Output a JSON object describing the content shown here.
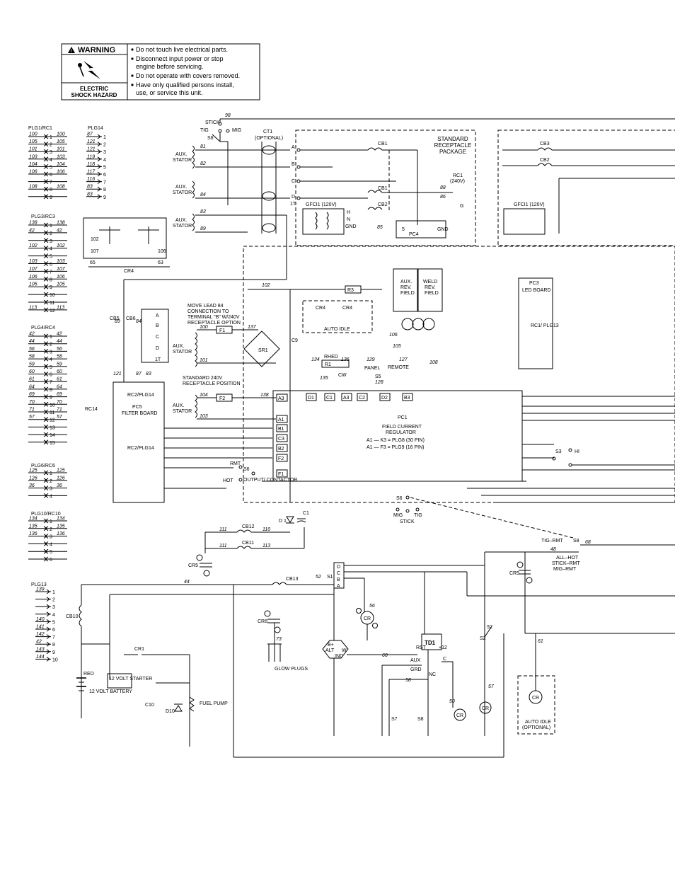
{
  "warning": {
    "title": "WARNING",
    "hazard_line1": "ELECTRIC",
    "hazard_line2": "SHOCK HAZARD",
    "bullets": [
      "Do not touch live electrical parts.",
      "Disconnect input power or stop",
      "engine before servicing.",
      "Do not operate with covers removed.",
      "Have only qualified persons install,",
      "use, or service this unit."
    ]
  },
  "plugs": {
    "plg1_title": "PLG1/RC1",
    "plg1": [
      [
        "100",
        "100"
      ],
      [
        "105",
        "105"
      ],
      [
        "101",
        "101"
      ],
      [
        "103",
        "103"
      ],
      [
        "104",
        "104"
      ],
      [
        "106",
        "106"
      ],
      [
        "",
        ""
      ],
      [
        "108",
        "108"
      ],
      [
        "",
        ""
      ]
    ],
    "plg14_title": "PLG14",
    "plg14": [
      "87",
      "121",
      "121",
      "119",
      "118",
      "117",
      "116",
      "83",
      "83"
    ],
    "plg3_title": "PLG3/RC3",
    "plg3": [
      [
        "138",
        "138"
      ],
      [
        "42",
        "42"
      ],
      [
        "",
        ""
      ],
      [
        "102",
        "102"
      ],
      [
        "",
        ""
      ],
      [
        "103",
        "103"
      ],
      [
        "107",
        "107"
      ],
      [
        "106",
        "106"
      ],
      [
        "105",
        "105"
      ],
      [
        "",
        ""
      ],
      [
        "",
        ""
      ],
      [
        "113",
        "113"
      ]
    ],
    "plg4_title": "PLG4/RC4",
    "plg4": [
      [
        "42",
        "42"
      ],
      [
        "44",
        "44"
      ],
      [
        "56",
        "56"
      ],
      [
        "58",
        "58"
      ],
      [
        "59",
        "59"
      ],
      [
        "60",
        "60"
      ],
      [
        "61",
        "61"
      ],
      [
        "64",
        "64"
      ],
      [
        "69",
        "69"
      ],
      [
        "70",
        "70"
      ],
      [
        "71",
        "71"
      ],
      [
        "57",
        "57"
      ],
      [
        "",
        ""
      ],
      [
        "",
        ""
      ],
      [
        "",
        ""
      ]
    ],
    "plg6_title": "PLG6/RC6",
    "plg6": [
      [
        "125",
        "125"
      ],
      [
        "126",
        "126"
      ],
      [
        "36",
        "36"
      ],
      [
        "",
        ""
      ]
    ],
    "plg10_title": "PLG10/RC10",
    "plg10": [
      [
        "134",
        "134"
      ],
      [
        "135",
        "135"
      ],
      [
        "136",
        "136"
      ],
      [
        "",
        ""
      ],
      [
        "",
        ""
      ],
      [
        "",
        ""
      ]
    ],
    "plg13_title": "PLG13",
    "plg13": [
      "139",
      "",
      "",
      "",
      "140",
      "141",
      "142",
      "42",
      "143",
      "144"
    ]
  },
  "labels": {
    "stick": "STICK",
    "tig": "TIG",
    "mig": "MIG",
    "s6": "S6",
    "n98": "98",
    "ct1": "CT1",
    "optional": "(OPTIONAL)",
    "aux_stator": "AUX.",
    "stator": "STATOR",
    "w81": "81",
    "w82": "82",
    "w84": "84",
    "w83": "83",
    "w89": "89",
    "std_pkg1": "STANDARD",
    "std_pkg2": "RECEPTACLE",
    "std_pkg3": "PACKAGE",
    "cb1": "CB1",
    "cb2": "CB2",
    "cb3": "CB3",
    "rc1": "RC1",
    "v240": "(240V)",
    "gfci": "GFCI1 (120V)",
    "pc4": "PC4",
    "cr4": "CR4",
    "auto_idle": "AUTO IDLE",
    "r3": "R3",
    "aux_rev_field": "AUX. REV. FIELD",
    "weld_rev_field": "WELD REV. FIELD",
    "pc3": "PC3",
    "led_board": "LED BOARD",
    "rc1plg13": "RC1/ PLG13",
    "move_lead": "MOVE LEAD 84",
    "move_lead2": "CONNECTION TO",
    "move_lead3": "TERMINAL \"B\" W/240V",
    "move_lead4": "RECEPTACLE OPTION",
    "std240_1": "STANDARD 240V",
    "std240_2": "RECEPTACLE POSITION",
    "f1": "F1",
    "f2": "F2",
    "sr1": "SR1",
    "c9": "C9",
    "rhed": "RHED",
    "r1": "R1",
    "cw": "CW",
    "panel": "PANEL",
    "remote": "REMOTE",
    "s5": "S5",
    "cb5": "CB5",
    "cb6": "CB6",
    "pc5": "PC5",
    "filter_board": "FILTER BOARD",
    "rc2plg14": "RC2/PLG14",
    "rc14": "RC14",
    "pc1": "PC1",
    "pc1_sub1": "FIELD CURRENT",
    "pc1_sub2": "REGULATOR",
    "pc1_map1": "A1 — K3 = PLG8 (30 PIN)",
    "pc1_map2": "A1 — F3 = PLG9 (16 PIN)",
    "s3": "S3",
    "hi": "HI",
    "rmt": "RMT",
    "hot": "HOT",
    "output_contactor": "OUTPUT/ CONTACTOR",
    "d1": "D 1",
    "c1": "C1",
    "cb12": "CB12",
    "cb11": "CB11",
    "cb13": "CB13",
    "cr5": "CR5",
    "s1": "S1",
    "s8": "S8",
    "tig_rmt": "TIG–RMT",
    "all_hot": "ALL–HOT",
    "stick_rmt": "STICK–RMT",
    "mig_rmt": "MIG–RMT",
    "cb10": "CB10",
    "red": "RED",
    "battery": "12 VOLT BATTERY",
    "starter": "12 VOLT STARTER",
    "cr1": "CR1",
    "c10": "C10",
    "d10": "D10",
    "fuel_pump": "FUEL PUMP",
    "cr8": "CR8",
    "glow_plugs": "GLOW PLUGS",
    "alt": "B+ ALT W IND",
    "td1": "TD1",
    "rst": "RST",
    "aux": "AUX",
    "grd": "GRD",
    "nc": "NC",
    "plus12": "+12",
    "s7": "S7",
    "s2": "S2",
    "auto_idle_opt": "AUTO IDLE (OPTIONAL)"
  }
}
